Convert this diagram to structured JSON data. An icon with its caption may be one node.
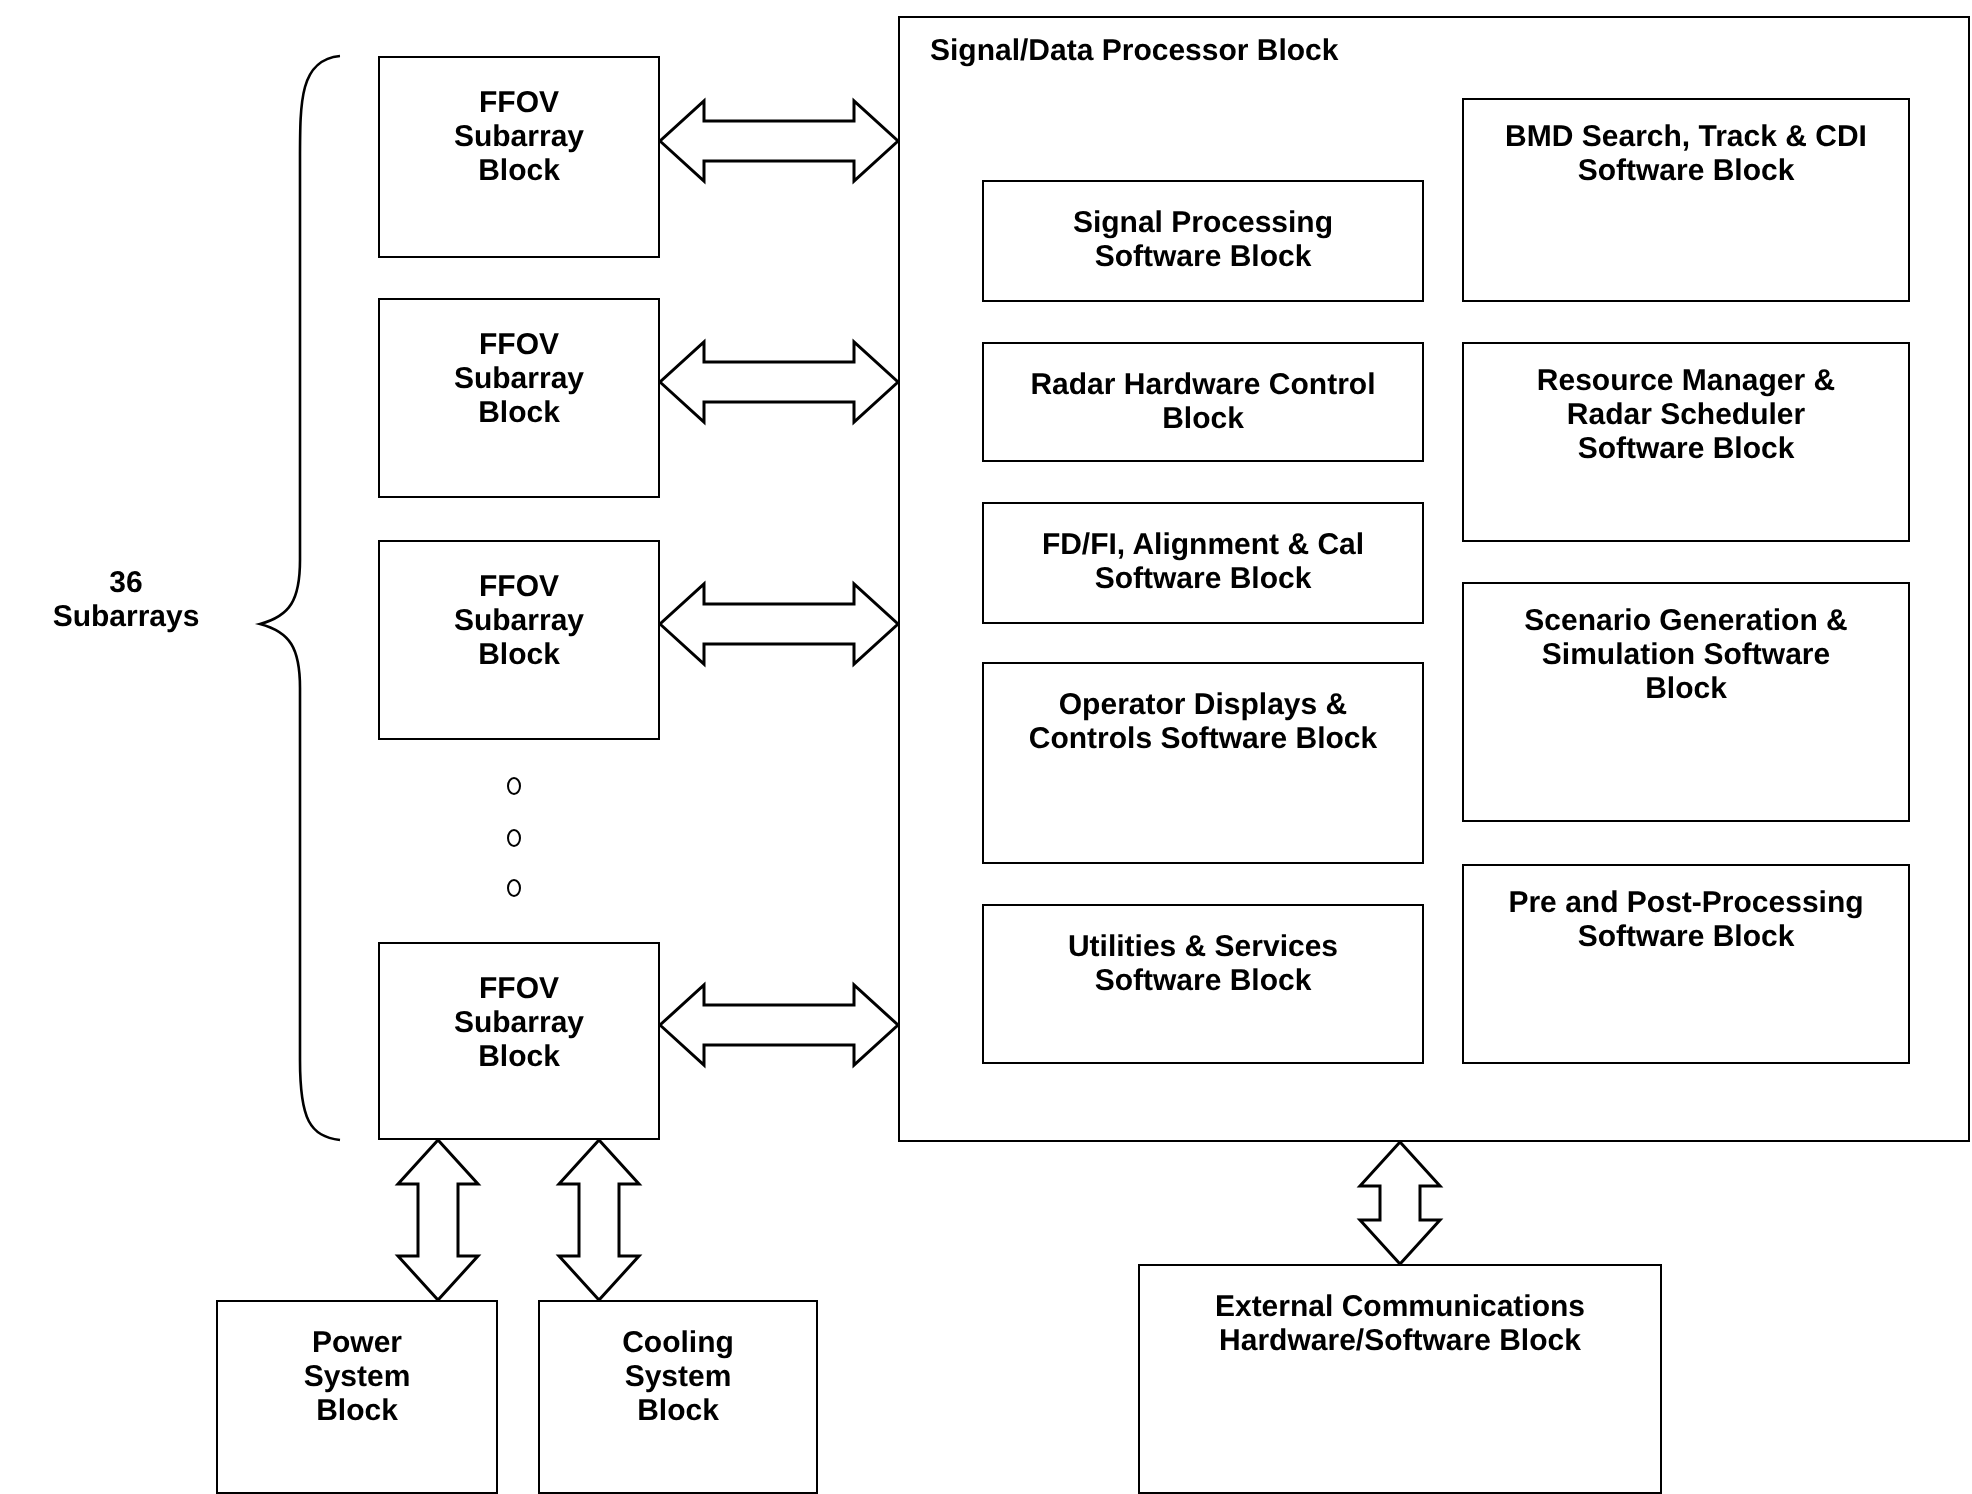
{
  "diagram": {
    "nodes": [
      {
        "text": [
          "FFOV Subarray Block"
        ]
      },
      {
        "text": [
          "FFOV Subarray Block"
        ]
      },
      {
        "text": [
          "FFOV Subarray Block"
        ]
      },
      {
        "text": [
          "FFOV Subarray Block"
        ]
      },
      {
        "text": [
          "Signal/Data Processor Block"
        ]
      },
      {
        "text": [
          "Signal Processing Software Block"
        ],
        "in": 4
      },
      {
        "text": [
          "Radar Hardware Control Block"
        ],
        "in": 4
      },
      {
        "text": [
          "FD/FI, Alignment & Cal Software Block"
        ],
        "in": 4
      },
      {
        "text": [
          "Operator Displays & Controls Software Block"
        ],
        "in": 4
      },
      {
        "text": [
          "Utilities & Services Software Block"
        ],
        "in": 4
      },
      {
        "text": [
          "BMD Search, Track & CDI Software Block"
        ],
        "in": 4
      },
      {
        "text": [
          "Resource Manager & Radar Scheduler Software Block"
        ],
        "in": 4
      },
      {
        "text": [
          "Scenario Generation & Simulation Software Block"
        ],
        "in": 4
      },
      {
        "text": [
          "Pre and Post-Processing Software Block"
        ],
        "in": 4
      },
      {
        "text": [
          "Power System Block"
        ]
      },
      {
        "text": [
          "Cooling System Block"
        ]
      },
      {
        "text": [
          "External Communications Hardware/Software Block"
        ]
      }
    ],
    "edges": [
      {
        "from": 0,
        "to": 4,
        "arrow": "both"
      },
      {
        "from": 1,
        "to": 4,
        "arrow": "both"
      },
      {
        "from": 2,
        "to": 4,
        "arrow": "both"
      },
      {
        "from": 3,
        "to": 4,
        "arrow": "both"
      },
      {
        "from": 3,
        "to": 14,
        "arrow": "both"
      },
      {
        "from": 3,
        "to": 15,
        "arrow": "both"
      },
      {
        "from": 4,
        "to": 16,
        "arrow": "both"
      }
    ],
    "labels": [
      "36 Subarrays"
    ]
  }
}
